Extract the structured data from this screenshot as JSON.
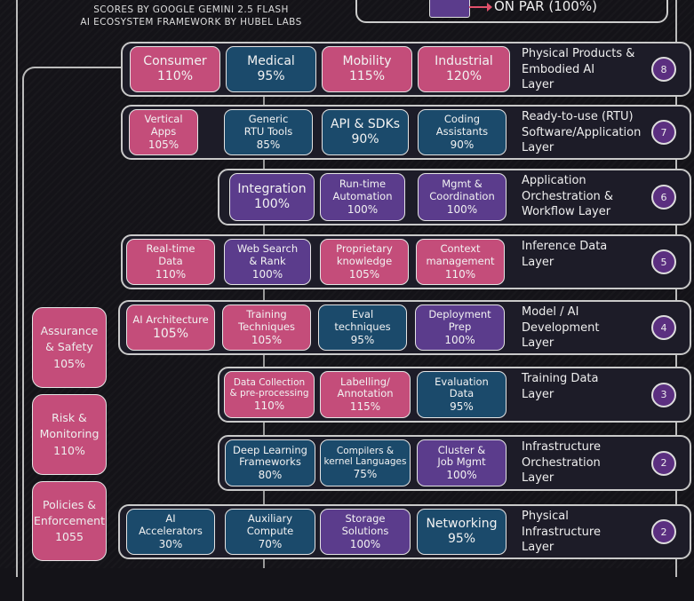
{
  "header": {
    "line1": "SCORES BY GOOGLE GEMINI 2.5 FLASH",
    "line2": "AI ECOSYSTEM FRAMEWORK BY HUBEL LABS"
  },
  "legend": {
    "label": "ON PAR (100%)"
  },
  "colors": {
    "above": "#c44d7a",
    "below": "#1b4a6b",
    "on_par": "#5b3c8c"
  },
  "layers": [
    {
      "name": "Physical Products &\nEmbodied AI\nLayer",
      "badge": "8",
      "items": [
        {
          "label": "Consumer",
          "score": "110%",
          "tone": "above"
        },
        {
          "label": "Medical",
          "score": "95%",
          "tone": "below"
        },
        {
          "label": "Mobility",
          "score": "115%",
          "tone": "above"
        },
        {
          "label": "Industrial",
          "score": "120%",
          "tone": "above"
        }
      ]
    },
    {
      "name": "Ready-to-use (RTU)\nSoftware/Application\nLayer",
      "badge": "7",
      "items": [
        {
          "label": "Vertical\nApps",
          "score": "105%",
          "tone": "above"
        },
        {
          "label": "Generic\nRTU Tools",
          "score": "85%",
          "tone": "below"
        },
        {
          "label": "API & SDKs",
          "score": "90%",
          "tone": "below"
        },
        {
          "label": "Coding\nAssistants",
          "score": "90%",
          "tone": "below"
        }
      ]
    },
    {
      "name": "Application\nOrchestration &\nWorkflow Layer",
      "badge": "6",
      "items": [
        {
          "label": "Integration",
          "score": "100%",
          "tone": "on_par"
        },
        {
          "label": "Run-time\nAutomation",
          "score": "100%",
          "tone": "on_par"
        },
        {
          "label": "Mgmt &\nCoordination",
          "score": "100%",
          "tone": "on_par"
        }
      ]
    },
    {
      "name": "Inference Data\nLayer",
      "badge": "5",
      "items": [
        {
          "label": "Real-time\nData",
          "score": "110%",
          "tone": "above"
        },
        {
          "label": "Web Search\n& Rank",
          "score": "100%",
          "tone": "on_par"
        },
        {
          "label": "Proprietary\nknowledge",
          "score": "105%",
          "tone": "above"
        },
        {
          "label": "Context\nmanagement",
          "score": "110%",
          "tone": "above"
        }
      ]
    },
    {
      "name": "Model / AI\nDevelopment\nLayer",
      "badge": "4",
      "items": [
        {
          "label": "AI Architecture",
          "score": "105%",
          "tone": "above"
        },
        {
          "label": "Training\nTechniques",
          "score": "105%",
          "tone": "above"
        },
        {
          "label": "Eval\ntechniques",
          "score": "95%",
          "tone": "below"
        },
        {
          "label": "Deployment\nPrep",
          "score": "100%",
          "tone": "on_par"
        }
      ]
    },
    {
      "name": "Training Data\nLayer",
      "badge": "3",
      "items": [
        {
          "label": "Data Collection\n& pre-processing",
          "score": "110%",
          "tone": "above"
        },
        {
          "label": "Labelling/\nAnnotation",
          "score": "115%",
          "tone": "above"
        },
        {
          "label": "Evaluation\nData",
          "score": "95%",
          "tone": "below"
        }
      ]
    },
    {
      "name": "Infrastructure\nOrchestration\nLayer",
      "badge": "2",
      "items": [
        {
          "label": "Deep Learning\nFrameworks",
          "score": "80%",
          "tone": "below"
        },
        {
          "label": "Compilers &\nkernel Languages",
          "score": "75%",
          "tone": "below"
        },
        {
          "label": "Cluster &\nJob Mgmt",
          "score": "100%",
          "tone": "on_par"
        }
      ]
    },
    {
      "name": "Physical\nInfrastructure\nLayer",
      "badge": "2",
      "items": [
        {
          "label": "AI\nAccelerators",
          "score": "30%",
          "tone": "below"
        },
        {
          "label": "Auxiliary\nCompute",
          "score": "70%",
          "tone": "below"
        },
        {
          "label": "Storage\nSolutions",
          "score": "100%",
          "tone": "on_par"
        },
        {
          "label": "Networking",
          "score": "95%",
          "tone": "below"
        }
      ]
    }
  ],
  "side": [
    {
      "label": "Assurance\n& Safety",
      "score": "105%"
    },
    {
      "label": "Risk &\nMonitoring",
      "score": "110%"
    },
    {
      "label": "Policies &\nEnforcement",
      "score": "1055"
    }
  ]
}
